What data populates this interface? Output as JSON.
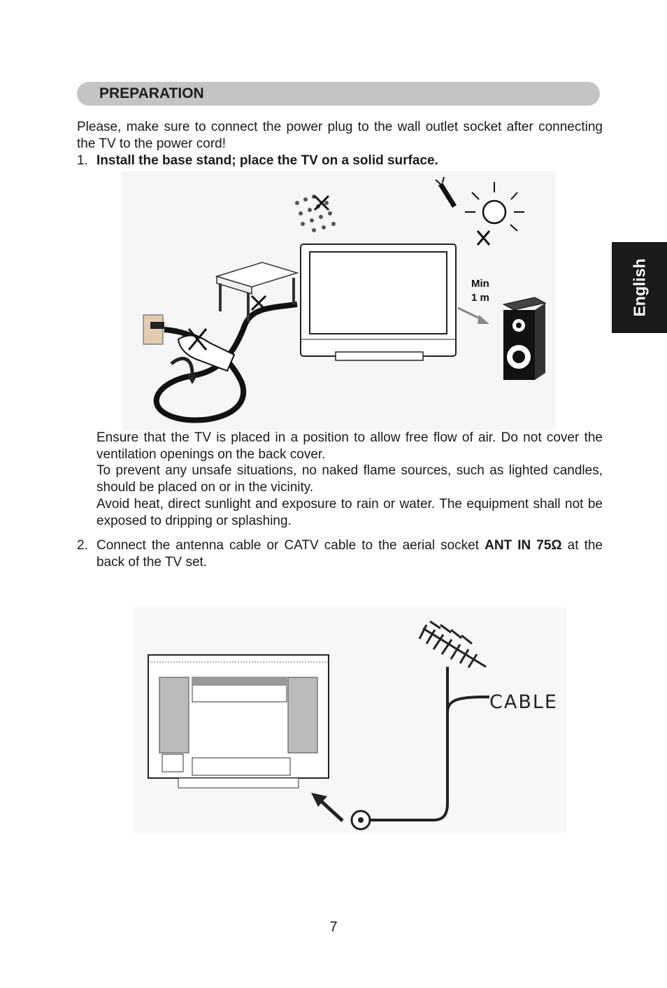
{
  "header": {
    "title": "PREPARATION"
  },
  "side_tab": {
    "label": "English"
  },
  "intro": "Please, make sure to connect the power plug to the wall outlet socket after connecting the TV to the power cord!",
  "step1": {
    "number": "1.",
    "title": "Install the base stand; place the TV on a solid surface.",
    "notes": [
      "Ensure that the TV is placed in a position to allow free flow of air. Do not cover the ventilation openings on the back cover.",
      "To prevent any unsafe situations, no naked flame sources, such as lighted candles, should be placed on or in the vicinity.",
      "Avoid heat, direct sunlight and exposure to rain or water. The equipment shall not be exposed to dripping or splashing."
    ]
  },
  "step2": {
    "number": "2.",
    "text_before": "Connect the antenna cable or CATV cable to the aerial socket ",
    "bold": "ANT IN 75Ω",
    "text_after": " at the back of the TV set."
  },
  "figure1": {
    "min_label": "Min",
    "distance_label": "1 m"
  },
  "figure2": {
    "cable_label": "CABLE"
  },
  "page_number": "7"
}
